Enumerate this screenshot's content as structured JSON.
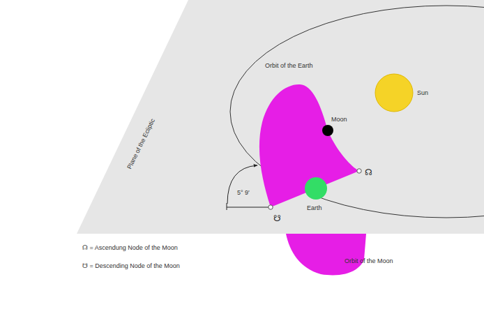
{
  "diagram": {
    "nodes": [
      {
        "text": [
          "Plane of the Ecliptic"
        ]
      },
      {
        "text": [
          "Sun"
        ],
        "in": 0
      },
      {
        "text": [
          "Orbit of the Moon"
        ]
      },
      {
        "text": [
          "Moon"
        ],
        "in": 2
      },
      {
        "text": [
          "Earth"
        ],
        "in": 2
      }
    ],
    "labels": [
      "Orbit of the Earth",
      "5° 9'",
      "☊",
      "☋"
    ],
    "legend": [
      {
        "text": "☊ = Ascendung Node of the Moon"
      },
      {
        "text": "☋ = Descending Node of the Moon"
      }
    ]
  }
}
